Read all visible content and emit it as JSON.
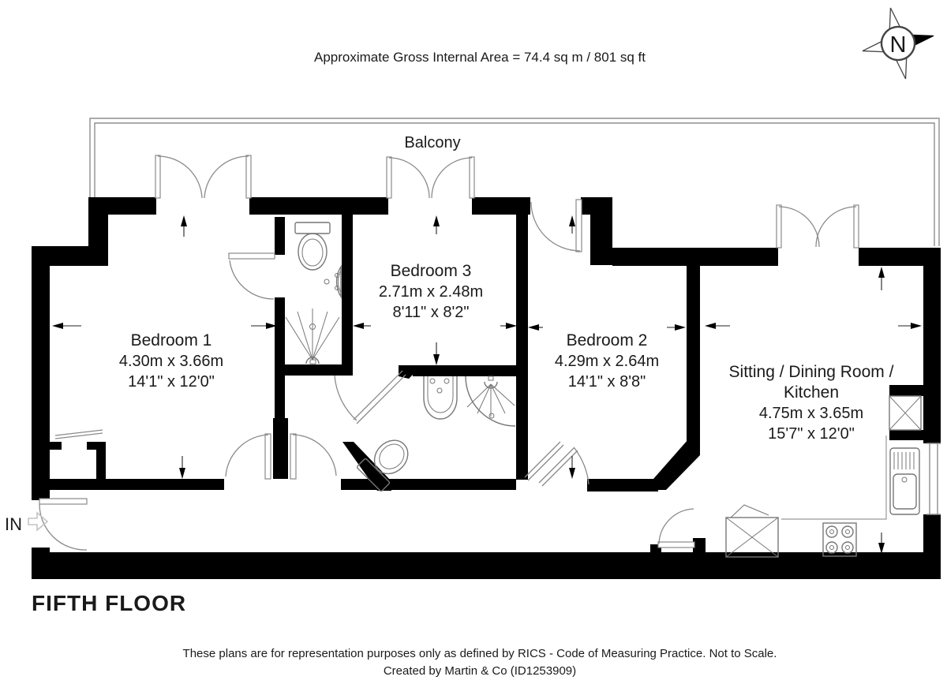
{
  "header": {
    "area_label": "Approximate Gross Internal Area = 74.4 sq m / 801 sq ft"
  },
  "compass": {
    "north_label": "N"
  },
  "plan": {
    "balcony_label": "Balcony",
    "entrance_label": "IN",
    "floor_label": "FIFTH FLOOR",
    "rooms": [
      {
        "name": "Bedroom 1",
        "metric": "4.30m x 3.66m",
        "imperial": "14'1\" x 12'0\""
      },
      {
        "name": "Bedroom 3",
        "metric": "2.71m x 2.48m",
        "imperial": "8'11\" x 8'2\""
      },
      {
        "name": "Bedroom 2",
        "metric": "4.29m x 2.64m",
        "imperial": "14'1\" x 8'8\""
      },
      {
        "name": "Sitting / Dining Room /",
        "name_line2": "Kitchen",
        "metric": "4.75m x 3.65m",
        "imperial": "15'7\" x 12'0\""
      }
    ]
  },
  "footer": {
    "disclaimer": "These plans are for representation purposes only as defined by RICS - Code of Measuring Practice. Not to Scale.",
    "credit": "Created by Martin & Co (ID1253909)"
  },
  "colors": {
    "wall": "#000000",
    "line_gray": "#8a8a8a",
    "background": "#ffffff"
  }
}
